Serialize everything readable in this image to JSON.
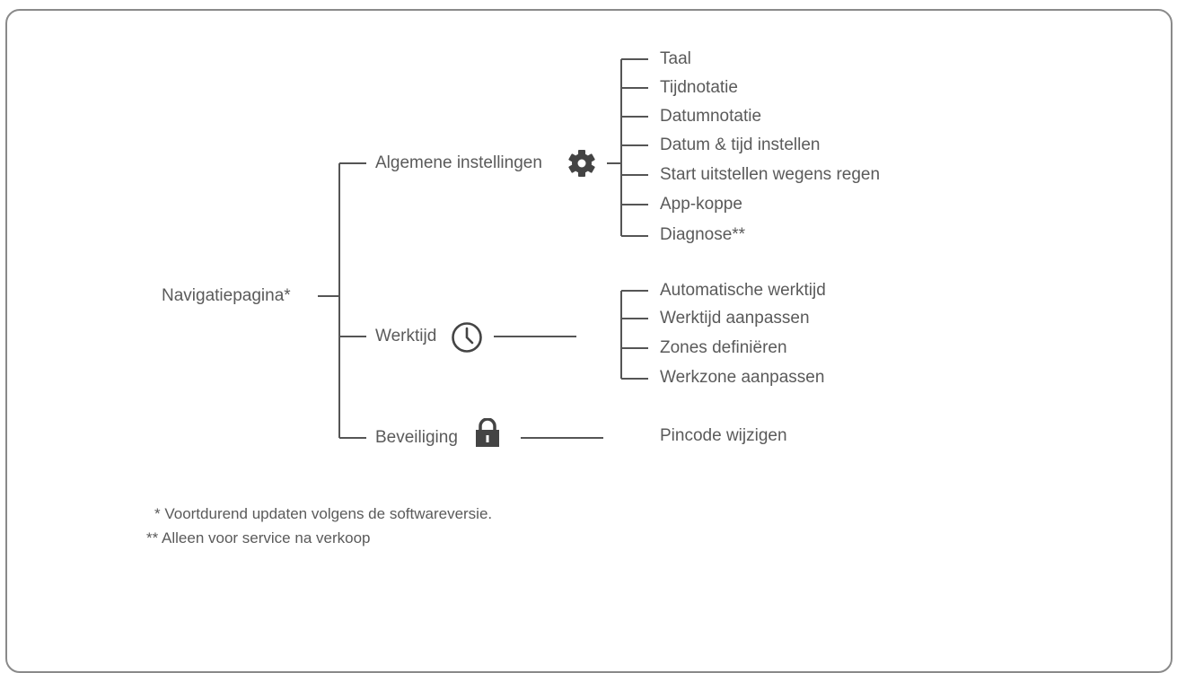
{
  "root": {
    "label": "Navigatiepagina*"
  },
  "branches": [
    {
      "label": "Algemene instellingen",
      "icon": "gear-icon",
      "items": [
        "Taal",
        "Tijdnotatie",
        "Datumnotatie",
        "Datum & tijd instellen",
        "Start uitstellen wegens regen",
        "App-koppe",
        "Diagnose**"
      ]
    },
    {
      "label": "Werktijd",
      "icon": "clock-icon",
      "items": [
        "Automatische werktijd",
        "Werktijd aanpassen",
        "Zones definiëren",
        "Werkzone aanpassen"
      ]
    },
    {
      "label": "Beveiliging",
      "icon": "lock-icon",
      "items": [
        "Pincode wijzigen"
      ]
    }
  ],
  "footnotes": [
    "*  Voortdurend updaten volgens de softwareversie.",
    "** Alleen voor service na verkoop"
  ],
  "colors": {
    "line": "#555555",
    "icon": "#444444",
    "border": "#8a8a8a"
  }
}
